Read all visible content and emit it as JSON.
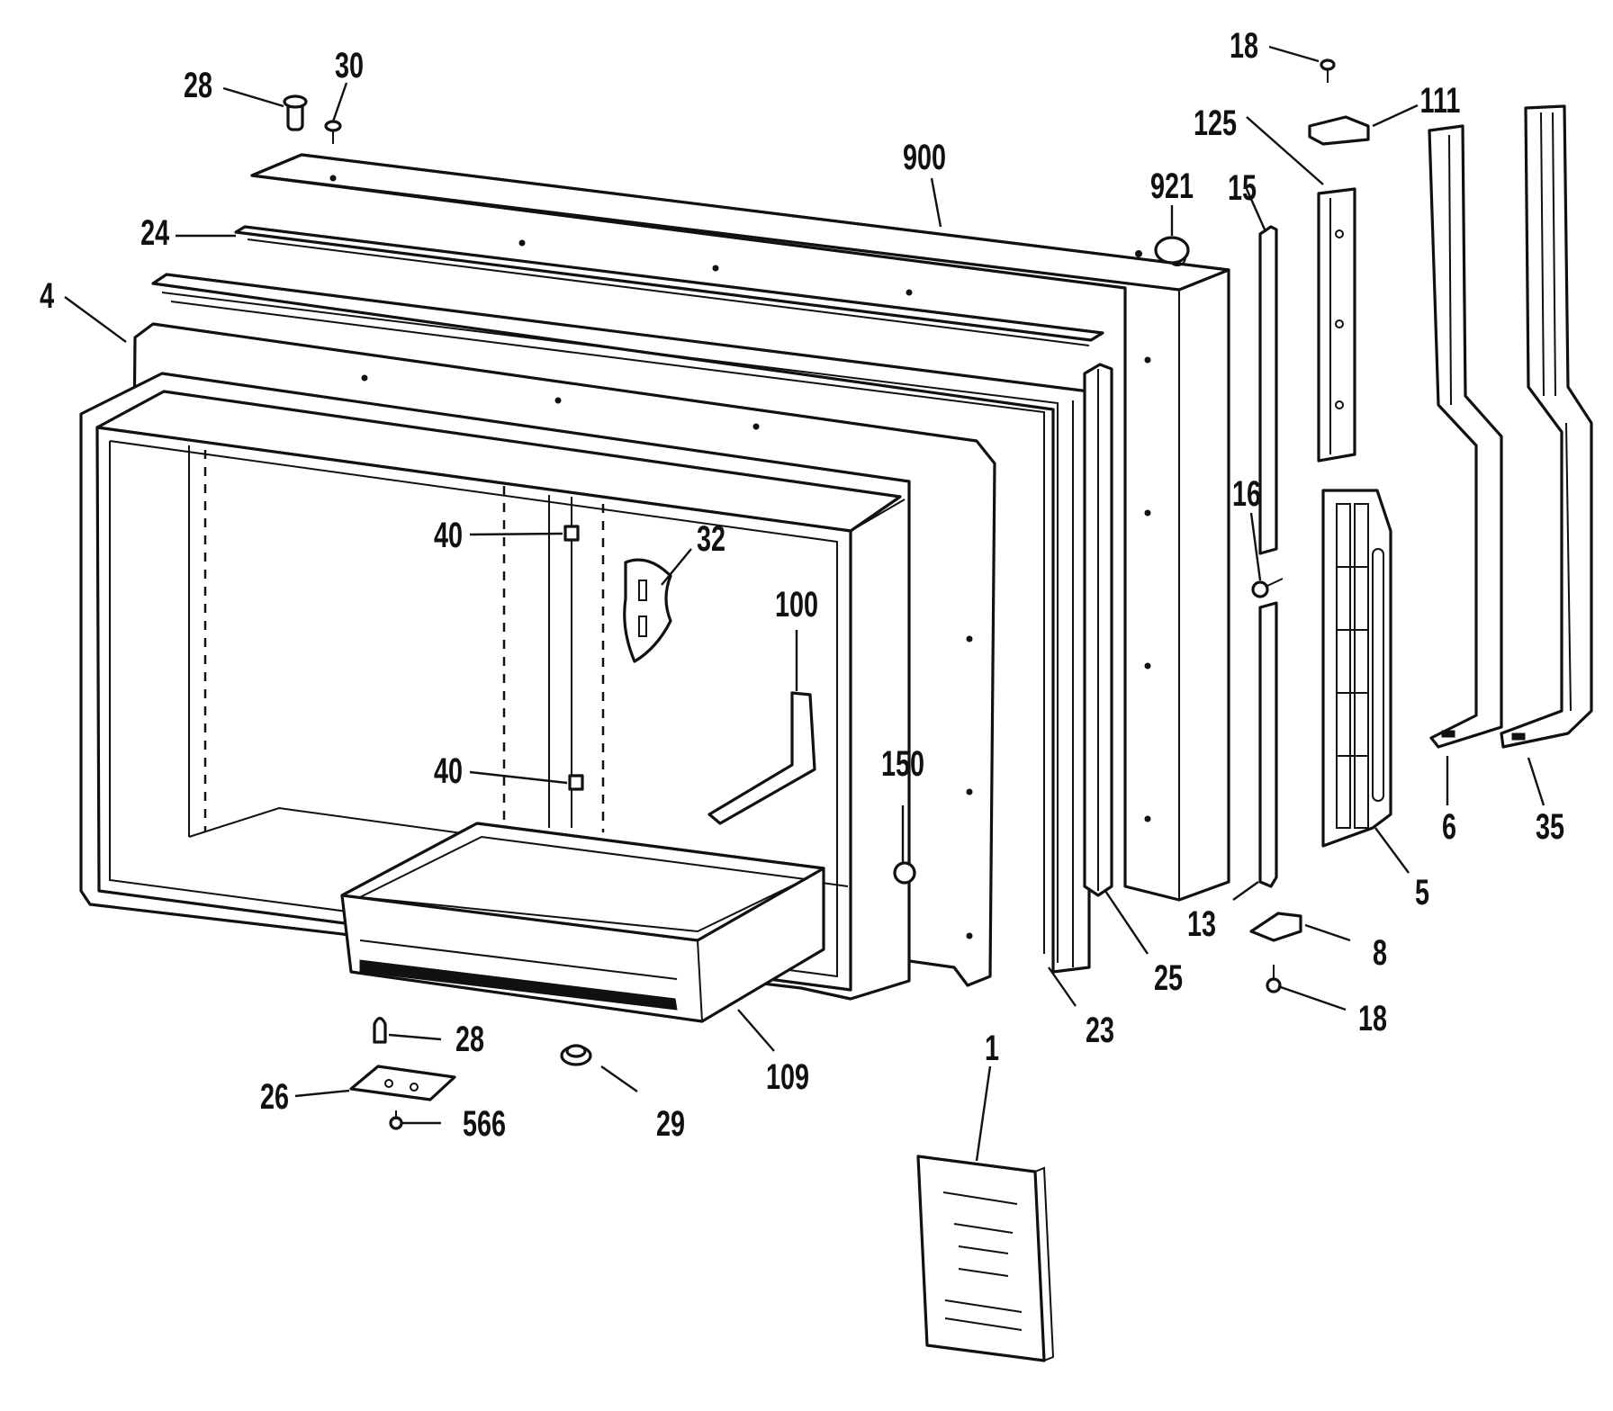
{
  "diagram": {
    "callouts": [
      {
        "id": "28-top",
        "text": "28"
      },
      {
        "id": "30",
        "text": "30"
      },
      {
        "id": "24",
        "text": "24"
      },
      {
        "id": "4",
        "text": "4"
      },
      {
        "id": "900",
        "text": "900"
      },
      {
        "id": "921",
        "text": "921"
      },
      {
        "id": "15",
        "text": "15"
      },
      {
        "id": "125",
        "text": "125"
      },
      {
        "id": "18-top",
        "text": "18"
      },
      {
        "id": "111",
        "text": "111"
      },
      {
        "id": "16",
        "text": "16"
      },
      {
        "id": "40-upper",
        "text": "40"
      },
      {
        "id": "32",
        "text": "32"
      },
      {
        "id": "100",
        "text": "100"
      },
      {
        "id": "40-lower",
        "text": "40"
      },
      {
        "id": "150",
        "text": "150"
      },
      {
        "id": "6",
        "text": "6"
      },
      {
        "id": "35",
        "text": "35"
      },
      {
        "id": "5",
        "text": "5"
      },
      {
        "id": "13",
        "text": "13"
      },
      {
        "id": "8",
        "text": "8"
      },
      {
        "id": "18-bottom",
        "text": "18"
      },
      {
        "id": "25",
        "text": "25"
      },
      {
        "id": "23",
        "text": "23"
      },
      {
        "id": "109",
        "text": "109"
      },
      {
        "id": "28-bottom",
        "text": "28"
      },
      {
        "id": "26",
        "text": "26"
      },
      {
        "id": "566",
        "text": "566"
      },
      {
        "id": "29",
        "text": "29"
      },
      {
        "id": "1",
        "text": "1"
      }
    ]
  }
}
